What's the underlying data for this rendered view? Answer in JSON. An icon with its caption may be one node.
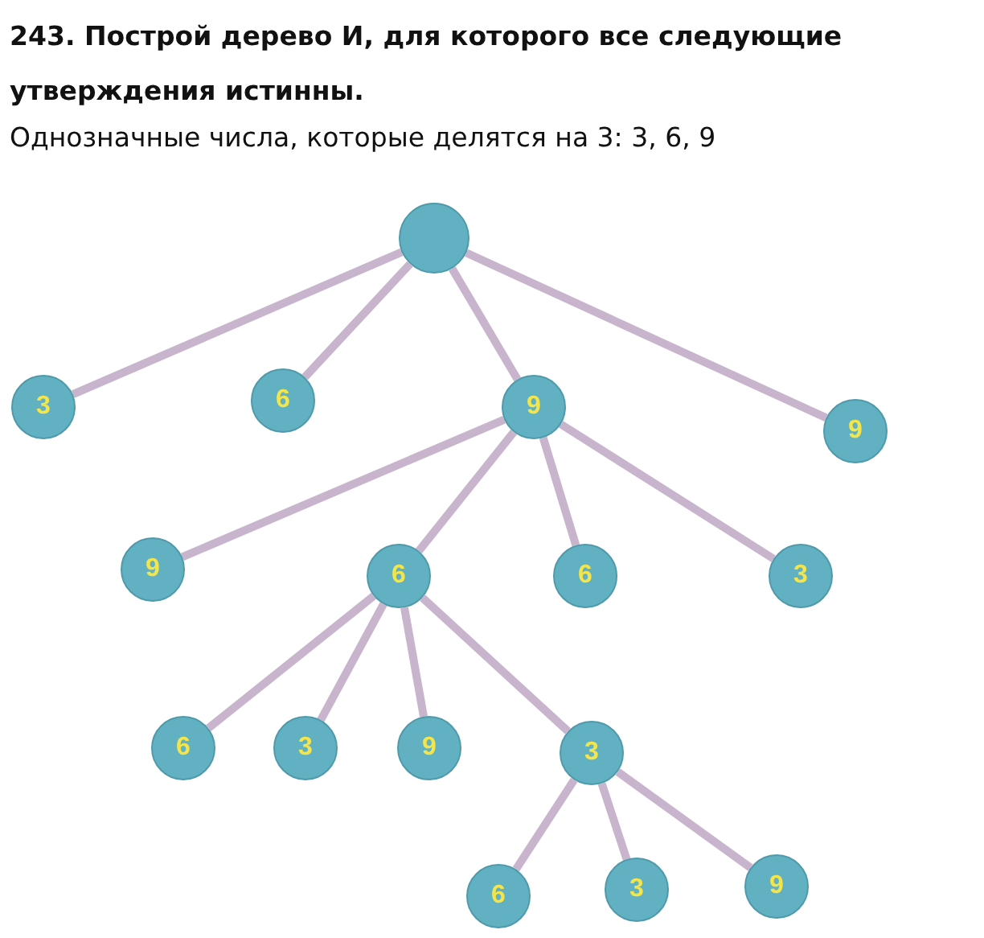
{
  "diagram": {
    "title": "243. Построй дерево И, для которого все следующие утверждения истинны.",
    "nodes": [
      {
        "text": [],
        "shape": "circle"
      },
      {
        "text": [
          "3"
        ]
      },
      {
        "text": [
          "6"
        ]
      },
      {
        "text": [
          "9"
        ]
      },
      {
        "text": [
          "9"
        ]
      },
      {
        "text": [
          "9"
        ]
      },
      {
        "text": [
          "6"
        ]
      },
      {
        "text": [
          "6"
        ]
      },
      {
        "text": [
          "3"
        ]
      },
      {
        "text": [
          "6"
        ]
      },
      {
        "text": [
          "3"
        ]
      },
      {
        "text": [
          "9"
        ]
      },
      {
        "text": [
          "3"
        ]
      },
      {
        "text": [
          "6"
        ]
      },
      {
        "text": [
          "3"
        ]
      },
      {
        "text": [
          "9"
        ]
      }
    ],
    "edges": [
      {
        "from": 0,
        "to": 1,
        "arrow": "none"
      },
      {
        "from": 0,
        "to": 2,
        "arrow": "none"
      },
      {
        "from": 0,
        "to": 3,
        "arrow": "none"
      },
      {
        "from": 0,
        "to": 4,
        "arrow": "none"
      },
      {
        "from": 3,
        "to": 5,
        "arrow": "none"
      },
      {
        "from": 3,
        "to": 6,
        "arrow": "none"
      },
      {
        "from": 3,
        "to": 7,
        "arrow": "none"
      },
      {
        "from": 3,
        "to": 8,
        "arrow": "none"
      },
      {
        "from": 6,
        "to": 9,
        "arrow": "none"
      },
      {
        "from": 6,
        "to": 10,
        "arrow": "none"
      },
      {
        "from": 6,
        "to": 11,
        "arrow": "none"
      },
      {
        "from": 6,
        "to": 12,
        "arrow": "none"
      },
      {
        "from": 12,
        "to": 13,
        "arrow": "none"
      },
      {
        "from": 12,
        "to": 14,
        "arrow": "none"
      },
      {
        "from": 12,
        "to": 15,
        "arrow": "none"
      }
    ],
    "labels": [
      "Однозначные числа, которые делятся на 3: 3, 6, 9"
    ]
  }
}
